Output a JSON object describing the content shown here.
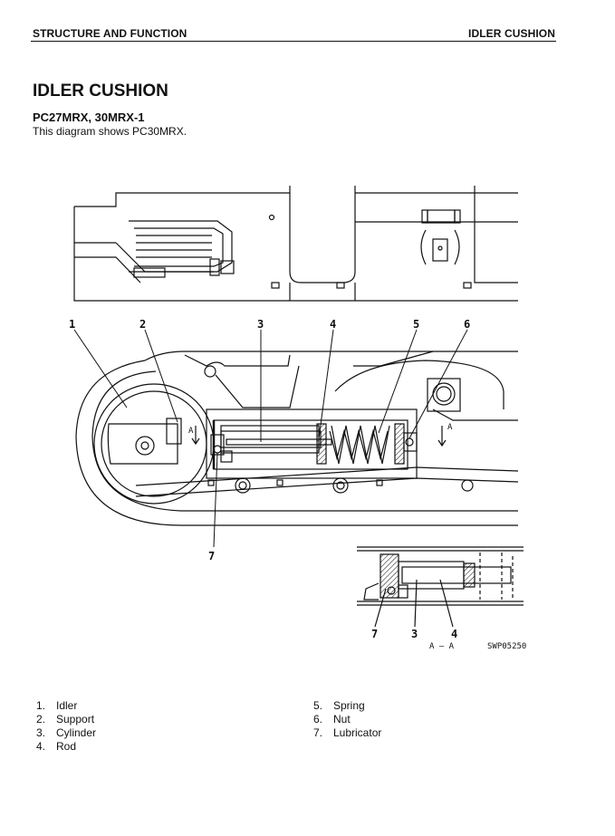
{
  "header": {
    "left": "STRUCTURE AND FUNCTION",
    "right": "IDLER CUSHION"
  },
  "title": "IDLER CUSHION",
  "subtitle": "PC27MRX, 30MRX-1",
  "note": "This diagram shows PC30MRX.",
  "figure": {
    "callouts": [
      "1",
      "2",
      "3",
      "4",
      "5",
      "6",
      "7"
    ],
    "section_mark": "A",
    "section_callouts": [
      "7",
      "3",
      "4"
    ],
    "section_label": "A – A",
    "drawing_code": "SWP05250"
  },
  "legend": {
    "left": [
      {
        "num": "1.",
        "label": "Idler"
      },
      {
        "num": "2.",
        "label": "Support"
      },
      {
        "num": "3.",
        "label": "Cylinder"
      },
      {
        "num": "4.",
        "label": "Rod"
      }
    ],
    "right": [
      {
        "num": "5.",
        "label": "Spring"
      },
      {
        "num": "6.",
        "label": "Nut"
      },
      {
        "num": "7.",
        "label": "Lubricator"
      }
    ]
  }
}
